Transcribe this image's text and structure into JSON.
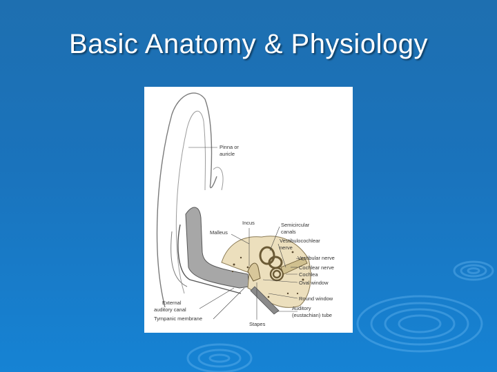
{
  "slide": {
    "title": "Basic Anatomy & Physiology"
  },
  "diagram": {
    "labels": {
      "pinna": [
        "Pinna or",
        "auricle"
      ],
      "malleus": "Malleus",
      "incus": "Incus",
      "semicircular": [
        "Semicircular",
        "canals"
      ],
      "vestibulocochlear": [
        "Vestibulocochlear",
        "nerve"
      ],
      "vestibular_nerve": "Vestibular nerve",
      "cochlear_nerve": "Cochlear nerve",
      "cochlea": "Cochlea",
      "oval_window": "Oval window",
      "round_window": "Round window",
      "auditory_tube": [
        "Auditory",
        "(eustachian) tube"
      ],
      "external_canal": [
        "External",
        "auditory canal"
      ],
      "tympanic": "Tympanic membrane",
      "stapes": "Stapes"
    }
  },
  "colors": {
    "background": "#1a73bc",
    "bone": "#e9dcb8",
    "canal": "#9a9a9a"
  }
}
